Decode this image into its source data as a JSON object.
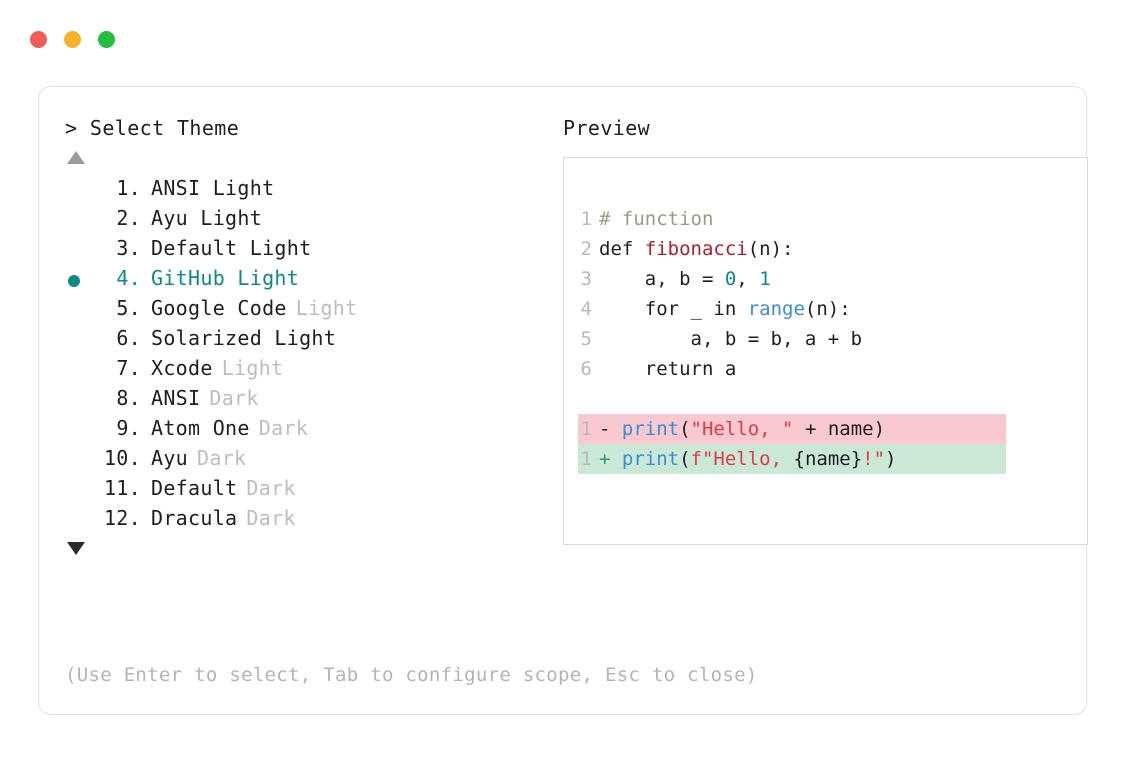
{
  "window": {
    "dots": [
      {
        "name": "close",
        "color": "#f45b55"
      },
      {
        "name": "minimize",
        "color": "#f6b426"
      },
      {
        "name": "maximize",
        "color": "#23bf3e"
      }
    ]
  },
  "accent_color": "#0d8a84",
  "left_panel": {
    "prompt": "> Select Theme",
    "scroll_up": "▲",
    "scroll_down": "▼",
    "selected_index": 4,
    "items": [
      {
        "index": "1.",
        "name": "ANSI Light",
        "variant": "",
        "variant_muted": false,
        "selected": false
      },
      {
        "index": "2.",
        "name": "Ayu Light",
        "variant": "",
        "variant_muted": false,
        "selected": false
      },
      {
        "index": "3.",
        "name": "Default Light",
        "variant": "",
        "variant_muted": false,
        "selected": false
      },
      {
        "index": "4.",
        "name": "GitHub Light",
        "variant": "",
        "variant_muted": false,
        "selected": true
      },
      {
        "index": "5.",
        "name": "Google Code",
        "variant": "Light",
        "variant_muted": true,
        "selected": false
      },
      {
        "index": "6.",
        "name": "Solarized Light",
        "variant": "",
        "variant_muted": false,
        "selected": false
      },
      {
        "index": "7.",
        "name": "Xcode",
        "variant": "Light",
        "variant_muted": true,
        "selected": false
      },
      {
        "index": "8.",
        "name": "ANSI",
        "variant": "Dark",
        "variant_muted": true,
        "selected": false
      },
      {
        "index": "9.",
        "name": "Atom One",
        "variant": "Dark",
        "variant_muted": true,
        "selected": false
      },
      {
        "index": "10.",
        "name": "Ayu",
        "variant": "Dark",
        "variant_muted": true,
        "selected": false
      },
      {
        "index": "11.",
        "name": "Default",
        "variant": "Dark",
        "variant_muted": true,
        "selected": false
      },
      {
        "index": "12.",
        "name": "Dracula",
        "variant": "Dark",
        "variant_muted": true,
        "selected": false
      }
    ],
    "hint": "(Use Enter to select, Tab to configure scope, Esc to close)"
  },
  "right_panel": {
    "title": "Preview",
    "code_lines": [
      {
        "num": "1",
        "tokens": [
          {
            "t": "# function",
            "c": "c-comment"
          }
        ]
      },
      {
        "num": "2",
        "tokens": [
          {
            "t": "def ",
            "c": "c-kw"
          },
          {
            "t": "fibonacci",
            "c": "c-fn"
          },
          {
            "t": "(n):",
            "c": "c-plain"
          }
        ]
      },
      {
        "num": "3",
        "tokens": [
          {
            "t": "    a, b = ",
            "c": "c-plain"
          },
          {
            "t": "0",
            "c": "c-num"
          },
          {
            "t": ", ",
            "c": "c-plain"
          },
          {
            "t": "1",
            "c": "c-num"
          }
        ]
      },
      {
        "num": "4",
        "tokens": [
          {
            "t": "    for _ in ",
            "c": "c-plain"
          },
          {
            "t": "range",
            "c": "c-builtin"
          },
          {
            "t": "(n):",
            "c": "c-plain"
          }
        ]
      },
      {
        "num": "5",
        "tokens": [
          {
            "t": "        a, b = b, a + b",
            "c": "c-plain"
          }
        ]
      },
      {
        "num": "6",
        "tokens": [
          {
            "t": "    return a",
            "c": "c-plain"
          }
        ]
      }
    ],
    "diff_lines": [
      {
        "num": "1",
        "sign": "-",
        "kind": "del",
        "tokens": [
          {
            "t": "print",
            "c": "c-builtin"
          },
          {
            "t": "(",
            "c": "c-plain"
          },
          {
            "t": "\"Hello, \"",
            "c": "c-str"
          },
          {
            "t": " + name)",
            "c": "c-plain"
          }
        ]
      },
      {
        "num": "1",
        "sign": "+",
        "kind": "add",
        "tokens": [
          {
            "t": "print",
            "c": "c-builtin"
          },
          {
            "t": "(",
            "c": "c-plain"
          },
          {
            "t": "f\"Hello, ",
            "c": "c-str"
          },
          {
            "t": "{name}",
            "c": "c-plain"
          },
          {
            "t": "!\"",
            "c": "c-str"
          },
          {
            "t": ")",
            "c": "c-plain"
          }
        ]
      }
    ],
    "syntax_colors": {
      "comment": "#9a9a86",
      "function": "#b0202c",
      "builtin": "#3b8cd6",
      "number": "#0d8a84",
      "string": "#e23a48",
      "plain": "#1d1f21",
      "line_number": "#b9b9b9",
      "diff_delete_bg": "#f8c9ce",
      "diff_add_bg": "#c9e8d5"
    }
  }
}
